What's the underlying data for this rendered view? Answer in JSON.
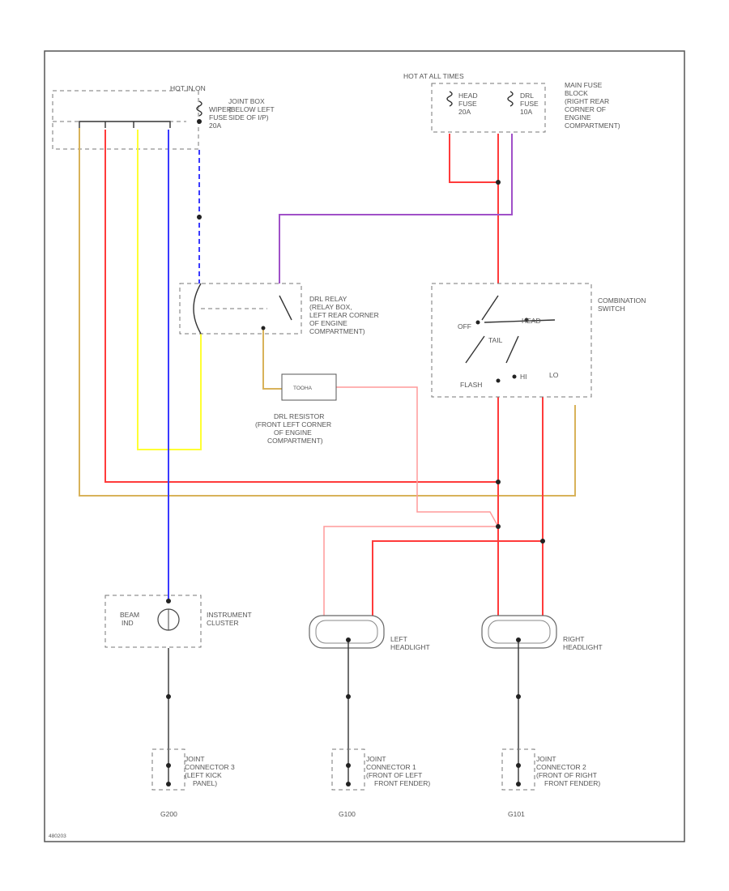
{
  "colors": {
    "red": "#ff3b3b",
    "pink": "#ff9a9a",
    "yellow": "#ffff33",
    "blue": "#3a3aff",
    "violet": "#a050c8",
    "tan": "#d8b25a",
    "black": "#333333"
  },
  "labels": {
    "hot_at_all_times": "HOT AT ALL TIMES",
    "head_fuse": [
      "HEAD",
      "FUSE",
      "20A"
    ],
    "drl_fuse": [
      "DRL",
      "FUSE",
      "10A"
    ],
    "main_fuse_block": [
      "MAIN FUSE",
      "BLOCK",
      "(RIGHT REAR",
      "CORNER OF",
      "ENGINE",
      "COMPARTMENT)"
    ],
    "joint_box": [
      "JOINT BOX",
      "(BELOW LEFT",
      "SIDE OF I/P)"
    ],
    "wiper_fuse": [
      "WIPER",
      "FUSE",
      "20A"
    ],
    "hot_on": "HOT IN ON",
    "drl_relay": [
      "DRL RELAY",
      "(RELAY BOX,",
      "LEFT REAR CORNER",
      "OF ENGINE",
      "COMPARTMENT)"
    ],
    "combination_switch": [
      "COMBINATION",
      "SWITCH"
    ],
    "switch_off": "OFF",
    "switch_tail": "TAIL",
    "switch_head": "HEAD",
    "switch_flash": "FLASH",
    "switch_hi": "HI",
    "switch_lo": "LO",
    "drl_resistor": [
      "DRL RESISTOR",
      "(FRONT LEFT CORNER",
      "OF ENGINE",
      "COMPARTMENT)"
    ],
    "resistor_inner": "TOOHA",
    "instrument_cluster": [
      "INSTRUMENT",
      "CLUSTER"
    ],
    "beam_ind": [
      "BEAM",
      "IND"
    ],
    "left_headlight": [
      "LEFT",
      "HEADLIGHT"
    ],
    "right_headlight": [
      "RIGHT",
      "HEADLIGHT"
    ],
    "jc3": [
      "JOINT",
      "CONNECTOR 3",
      "(LEFT KICK",
      "PANEL)"
    ],
    "jc1": [
      "JOINT",
      "CONNECTOR 1",
      "(FRONT OF LEFT",
      "FRONT FENDER)"
    ],
    "jc2": [
      "JOINT",
      "CONNECTOR 2",
      "(FRONT OF RIGHT",
      "FRONT FENDER)"
    ],
    "ground_left": "G200",
    "ground_mid": "G100",
    "ground_right": "G101",
    "footer_id": "480203"
  }
}
